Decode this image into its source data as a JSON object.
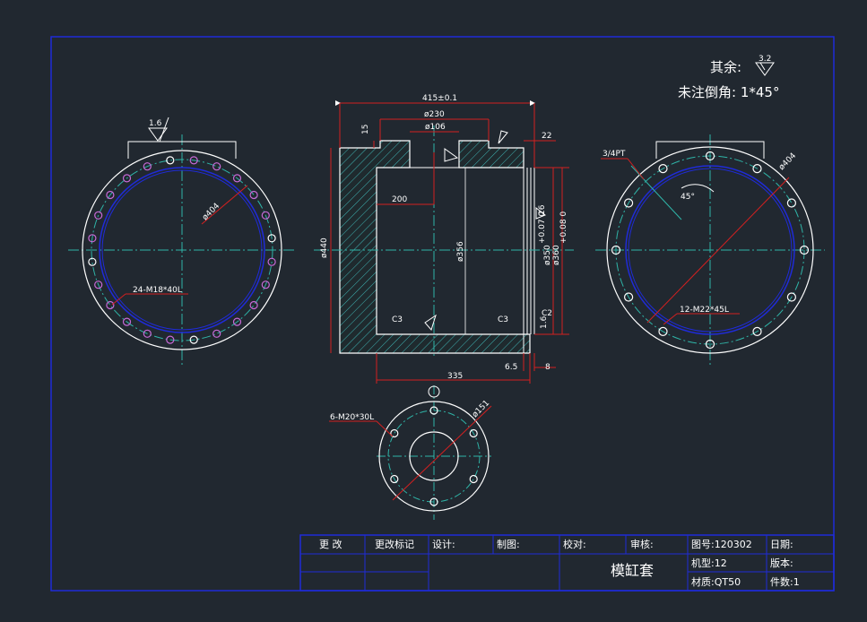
{
  "notes": {
    "surface_label": "其余:",
    "surface_roughness": "3.2",
    "chamfer_note": "未注倒角: 1*45°"
  },
  "left_view": {
    "roughness": "1.6",
    "pcd": "ø404",
    "thread": "24-M18*40L"
  },
  "section_view": {
    "overall_length": "415±0.1",
    "flange_od": "ø230",
    "bore_small": "ø106",
    "dim_15": "15",
    "dim_22": "22",
    "dim_200": "200",
    "od": "ø440",
    "bore": "ø356",
    "bore_b": "ø350",
    "bore_b_tol": "+0.07 0",
    "bore_c": "ø360",
    "bore_c_tol": "+0.08 0",
    "dim_26": "26",
    "roughness_16": "1.6",
    "chamfer_c3_left": "C3",
    "chamfer_c3_right": "C3",
    "chamfer_c2": "C2",
    "length_335": "335",
    "dim_6_5": "6.5",
    "dim_8": "8"
  },
  "right_view": {
    "port": "3/4PT",
    "pcd": "ø404",
    "angle": "45°",
    "thread": "12-M22*45L"
  },
  "bottom_view": {
    "thread": "6-M20*30L",
    "pcd": "ø151"
  },
  "title_block": {
    "revise": "更  改",
    "revise_mark": "更改标记",
    "design": "设计:",
    "drawing": "制图:",
    "check": "校对:",
    "review": "审核:",
    "drawing_no": "图号:120302",
    "date": "日期:",
    "part_name": "模缸套",
    "model": "机型:12",
    "version": "版本:",
    "material": "材质:QT50",
    "quantity": "件数:1"
  }
}
